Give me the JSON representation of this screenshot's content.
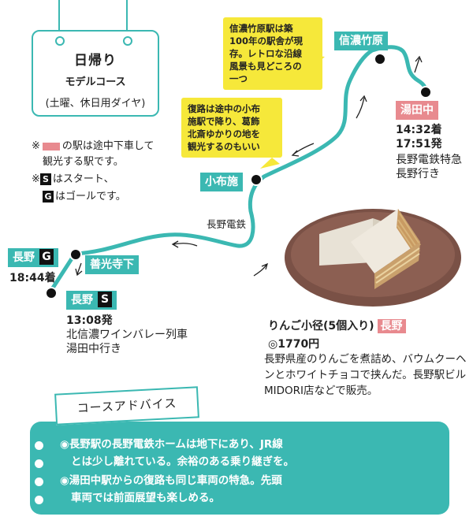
{
  "title_card": {
    "line1": "日帰り",
    "line2": "モデルコース",
    "line3": "(土曜、休日用ダイヤ)"
  },
  "notes": {
    "note1_prefix": "※",
    "note1_a": "の駅は途中下車して",
    "note1_b": "観光する駅です。",
    "note2_prefix": "※",
    "start_mark": "S",
    "note2_text": "はスタート、",
    "goal_mark": "G",
    "note3_text": "はゴールです。"
  },
  "stations": {
    "nagano_goal": {
      "name": "長野",
      "mark": "G",
      "time": "18:44着"
    },
    "nagano_start": {
      "name": "長野",
      "mark": "S",
      "time": "13:08発",
      "train1": "北信濃ワインバレー列車",
      "train2": "湯田中行き"
    },
    "zenkoji": {
      "name": "善光寺下"
    },
    "obuse": {
      "name": "小布施"
    },
    "shinano_takehara": {
      "name": "信濃竹原"
    },
    "yudanaka": {
      "name": "湯田中",
      "arr": "14:32着",
      "dep": "17:51発",
      "train1": "長野電鉄特急",
      "train2": "長野行き"
    }
  },
  "line_name": "長野電鉄",
  "callouts": {
    "obuse": [
      "復路は途中の小布",
      "施駅で降り、葛飾",
      "北斎ゆかりの地を",
      "観光するのもいい"
    ],
    "takehara": [
      "信濃竹原駅は築",
      "100年の駅舎が現",
      "存。レトロな沿線",
      "風景も見どころの",
      "一つ"
    ]
  },
  "product": {
    "name": "りんご小径(5個入り)",
    "tag": "長野",
    "price": "◎1770円",
    "desc": "長野県産のりんごを煮詰め、バウムクーヘンとホワイトチョコで挟んだ。長野駅ビルMIDORI店などで販売。"
  },
  "advice": {
    "title": "コースアドバイス",
    "items": [
      [
        "◉長野駅の長野電鉄ホームは地下にあり、JR線",
        "とは少し離れている。余裕のある乗り継ぎを。"
      ],
      [
        "◉湯田中駅からの復路も同じ車両の特急。先頭",
        "車両では前面展望も楽しめる。"
      ]
    ]
  },
  "colors": {
    "teal": "#3bb8b2",
    "pink": "#e88a8f",
    "yellow": "#f6e83a"
  },
  "icons": [
    "arrow-icon",
    "station-dot-icon",
    "cake-image"
  ]
}
